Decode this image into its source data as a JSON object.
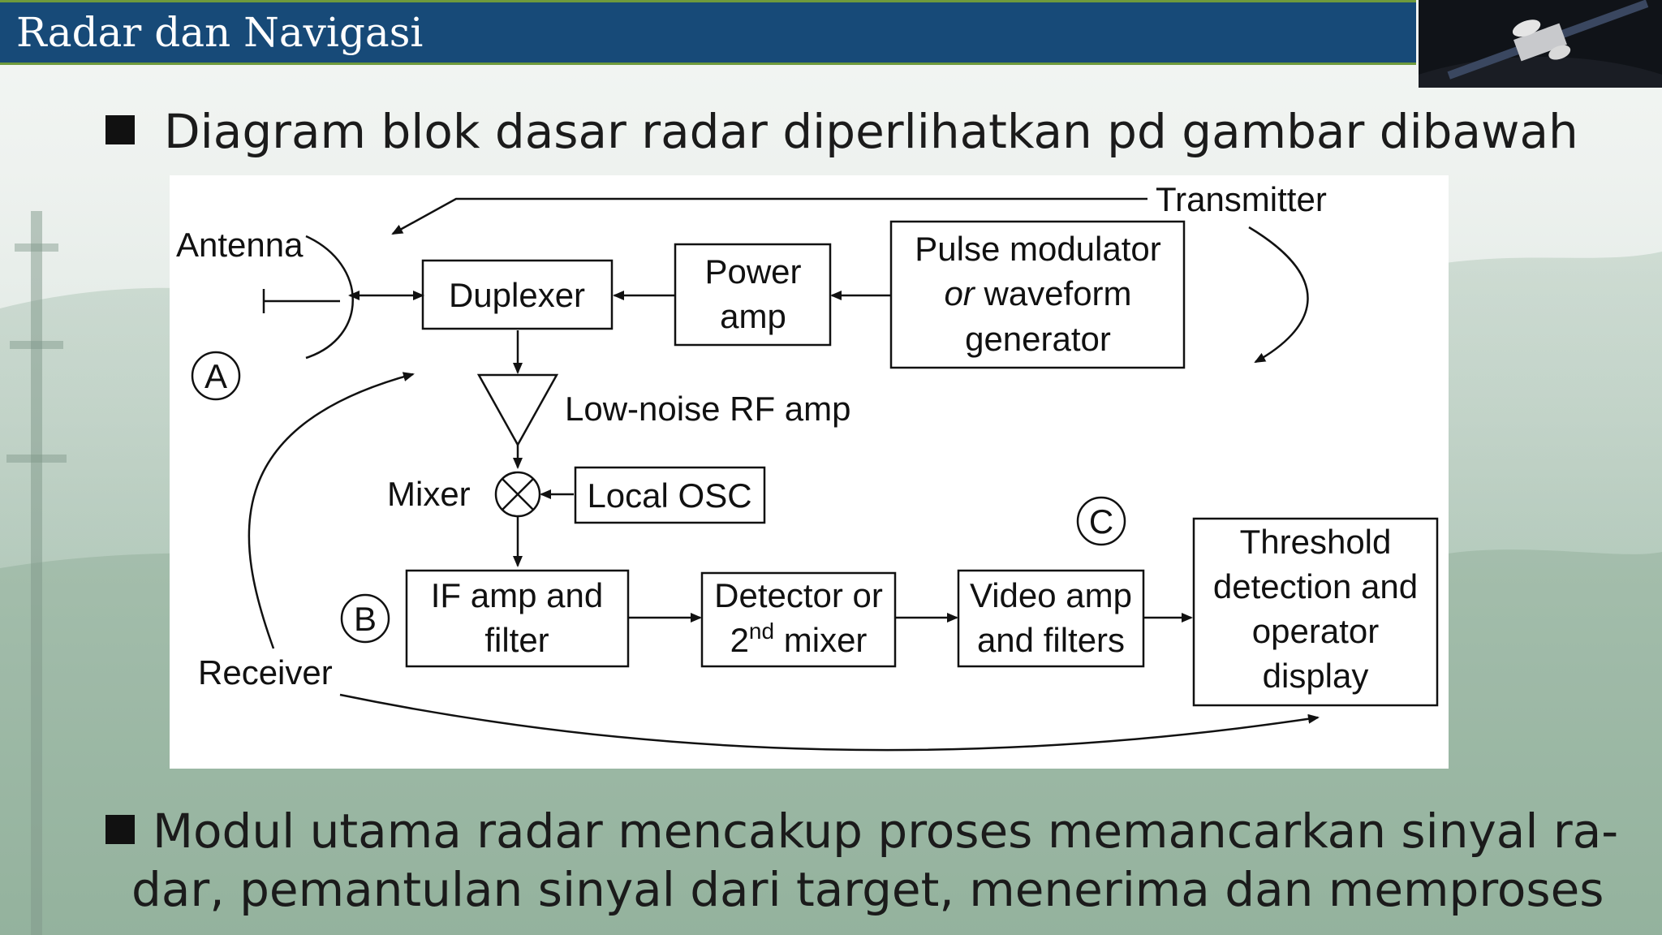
{
  "slide": {
    "title": "Radar dan Navigasi",
    "bullet1": "Diagram blok dasar radar diperlihatkan pd gambar dibawah",
    "bullet2_line1": "Modul utama radar mencakup proses memancarkan sinyal ra-",
    "bullet2_line2": "dar, pemantulan sinyal dari target, menerima dan memproses"
  },
  "diagram": {
    "transmitter": "Transmitter",
    "antenna": "Antenna",
    "duplexer": "Duplexer",
    "power_amp_l1": "Power",
    "power_amp_l2": "amp",
    "pulse_l1": "Pulse modulator",
    "pulse_l2_italic": "or",
    "pulse_l2_rest": " waveform",
    "pulse_l3": "generator",
    "marker_a": "A",
    "marker_b": "B",
    "marker_c": "C",
    "lna": "Low-noise RF amp",
    "mixer": "Mixer",
    "local_osc": "Local OSC",
    "if_l1": "IF amp and",
    "if_l2": "filter",
    "det_l1": "Detector or",
    "det_l2_num": "2",
    "det_l2_sup": "nd",
    "det_l2_rest": " mixer",
    "video_l1": "Video amp",
    "video_l2": "and filters",
    "thr_l1": "Threshold",
    "thr_l2": "detection and",
    "thr_l3": "operator",
    "thr_l4": "display",
    "receiver": "Receiver"
  },
  "colors": {
    "title_bar": "#174a78",
    "title_border": "#6f9a3c"
  },
  "icons": {
    "satellite": "satellite-image"
  }
}
